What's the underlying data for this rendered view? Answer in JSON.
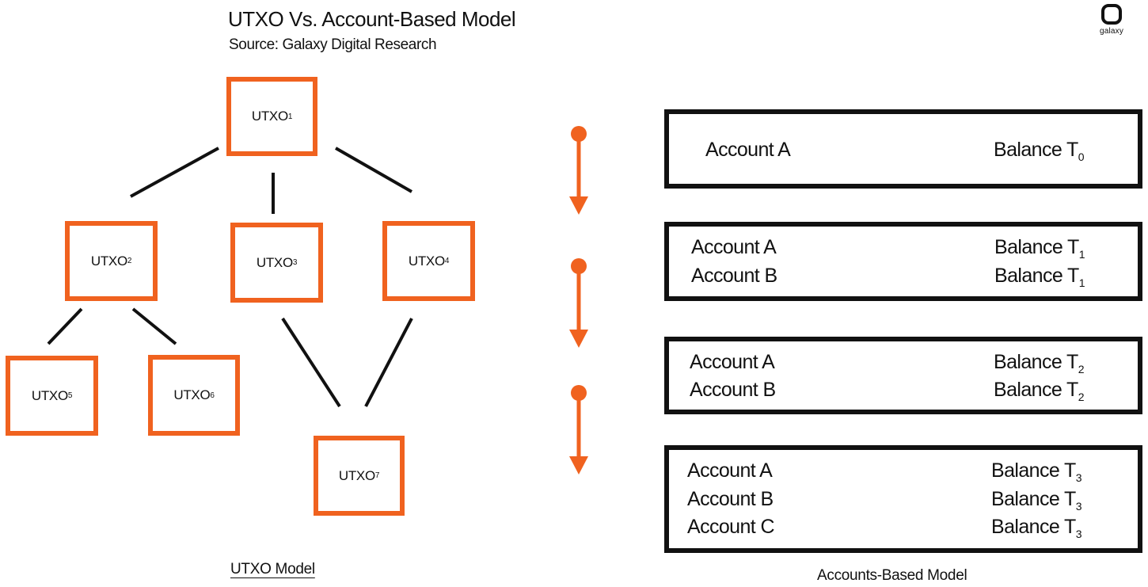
{
  "header": {
    "title": "UTXO Vs. Account-Based Model",
    "source": "Source: Galaxy Digital Research",
    "logo_text": "galaxy"
  },
  "utxo_model": {
    "label": "UTXO Model",
    "nodes": [
      {
        "id": "utxo1",
        "text": "UTXO",
        "sub": "1"
      },
      {
        "id": "utxo2",
        "text": "UTXO",
        "sub": "2"
      },
      {
        "id": "utxo3",
        "text": "UTXO",
        "sub": "3"
      },
      {
        "id": "utxo4",
        "text": "UTXO",
        "sub": "4"
      },
      {
        "id": "utxo5",
        "text": "UTXO",
        "sub": "5"
      },
      {
        "id": "utxo6",
        "text": "UTXO",
        "sub": "6"
      },
      {
        "id": "utxo7",
        "text": "UTXO",
        "sub": "7"
      }
    ],
    "edges": [
      [
        "utxo1",
        "utxo2"
      ],
      [
        "utxo1",
        "utxo3"
      ],
      [
        "utxo1",
        "utxo4"
      ],
      [
        "utxo2",
        "utxo5"
      ],
      [
        "utxo2",
        "utxo6"
      ],
      [
        "utxo3",
        "utxo7"
      ],
      [
        "utxo4",
        "utxo7"
      ]
    ]
  },
  "accounts_model": {
    "label": "Accounts-Based Model",
    "states": [
      {
        "rows": [
          {
            "account": "Account A",
            "balance": "Balance T",
            "sub": "0"
          }
        ]
      },
      {
        "rows": [
          {
            "account": "Account A",
            "balance": "Balance T",
            "sub": "1"
          },
          {
            "account": "Account B",
            "balance": "Balance T",
            "sub": "1"
          }
        ]
      },
      {
        "rows": [
          {
            "account": "Account A",
            "balance": "Balance T",
            "sub": "2"
          },
          {
            "account": "Account B",
            "balance": "Balance T",
            "sub": "2"
          }
        ]
      },
      {
        "rows": [
          {
            "account": "Account A",
            "balance": "Balance T",
            "sub": "3"
          },
          {
            "account": "Account B",
            "balance": "Balance T",
            "sub": "3"
          },
          {
            "account": "Account C",
            "balance": "Balance T",
            "sub": "3"
          }
        ]
      }
    ]
  },
  "colors": {
    "accent": "#f0621f",
    "ink": "#111111",
    "background": "#ffffff"
  }
}
